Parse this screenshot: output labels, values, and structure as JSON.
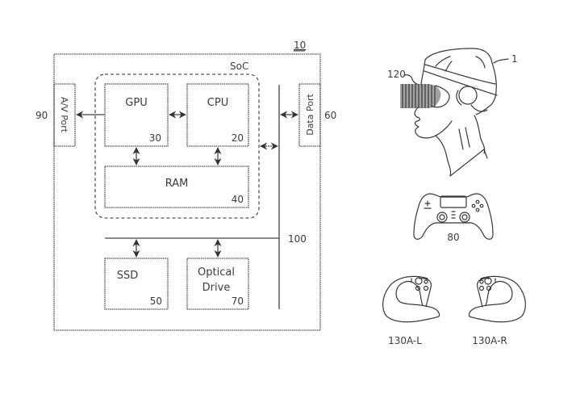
{
  "diagram": {
    "system_ref": "10",
    "soc_label": "SoC",
    "bus_ref": "100",
    "blocks": {
      "gpu": {
        "label": "GPU",
        "ref": "30"
      },
      "cpu": {
        "label": "CPU",
        "ref": "20"
      },
      "ram": {
        "label": "RAM",
        "ref": "40"
      },
      "ssd": {
        "label": "SSD",
        "ref": "50"
      },
      "optical": {
        "label_line1": "Optical",
        "label_line2": "Drive",
        "ref": "70"
      },
      "av_port": {
        "label": "A/V Port",
        "ref": "90"
      },
      "data_port": {
        "label": "Data Port",
        "ref": "60"
      }
    },
    "peripherals": {
      "user": {
        "ref": "1"
      },
      "headset": {
        "ref": "120"
      },
      "controller": {
        "ref": "80"
      },
      "left_controller": {
        "ref": "130A-L"
      },
      "right_controller": {
        "ref": "130A-R"
      }
    }
  }
}
